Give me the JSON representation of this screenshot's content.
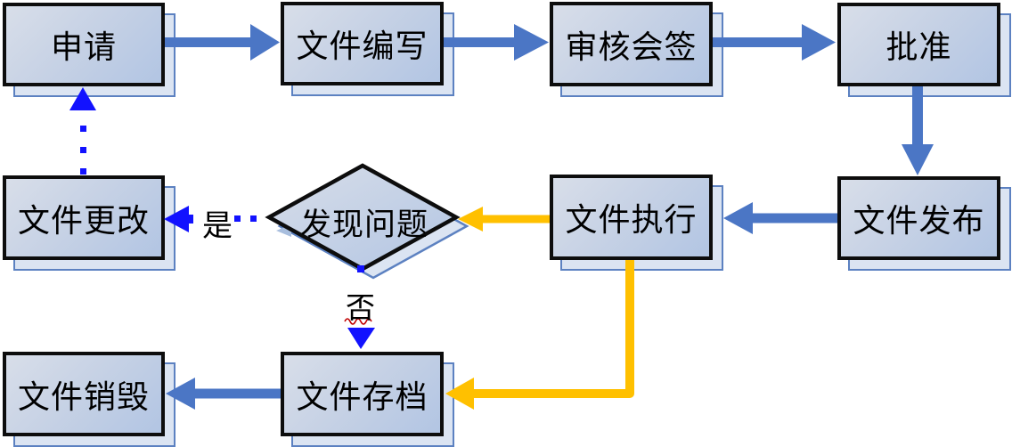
{
  "diagram_title": "document-control-process-flowchart",
  "nodes": {
    "apply": {
      "label": "申请",
      "type": "process"
    },
    "write": {
      "label": "文件编写",
      "type": "process"
    },
    "review": {
      "label": "审核会签",
      "type": "process"
    },
    "approve": {
      "label": "批准",
      "type": "process"
    },
    "release": {
      "label": "文件发布",
      "type": "process"
    },
    "execute": {
      "label": "文件执行",
      "type": "process"
    },
    "decision": {
      "label": "发现问题",
      "type": "decision"
    },
    "change": {
      "label": "文件更改",
      "type": "process"
    },
    "archive": {
      "label": "文件存档",
      "type": "process"
    },
    "destroy": {
      "label": "文件销毁",
      "type": "process"
    }
  },
  "edge_labels": {
    "yes": "是",
    "no": "否"
  },
  "edges": [
    {
      "from": "申请",
      "to": "文件编写",
      "style": "solid-blue-arrow"
    },
    {
      "from": "文件编写",
      "to": "审核会签",
      "style": "solid-blue-arrow"
    },
    {
      "from": "审核会签",
      "to": "批准",
      "style": "solid-blue-arrow"
    },
    {
      "from": "批准",
      "to": "文件发布",
      "style": "solid-blue-arrow"
    },
    {
      "from": "文件发布",
      "to": "文件执行",
      "style": "solid-blue-arrow"
    },
    {
      "from": "文件执行",
      "to": "发现问题",
      "style": "solid-yellow-arrow"
    },
    {
      "from": "发现问题",
      "to": "文件更改",
      "style": "dotted-blue-arrow",
      "label": "是"
    },
    {
      "from": "文件更改",
      "to": "申请",
      "style": "dotted-blue-arrow"
    },
    {
      "from": "发现问题",
      "to": "文件存档",
      "style": "dotted-blue-arrow",
      "label": "否"
    },
    {
      "from": "文件执行",
      "to": "文件存档",
      "style": "solid-yellow-arrow"
    },
    {
      "from": "文件存档",
      "to": "文件销毁",
      "style": "solid-blue-arrow"
    }
  ],
  "colors": {
    "arrow_blue": "#4b76c5",
    "arrow_yellow": "#ffc000",
    "dotted_blue": "#1212ff",
    "box_border": "#0d0d0d",
    "shadow_fill": "#dbe4f2",
    "shadow_border": "#5c81c1",
    "spellcheck_wavy_red": "#c00000"
  }
}
